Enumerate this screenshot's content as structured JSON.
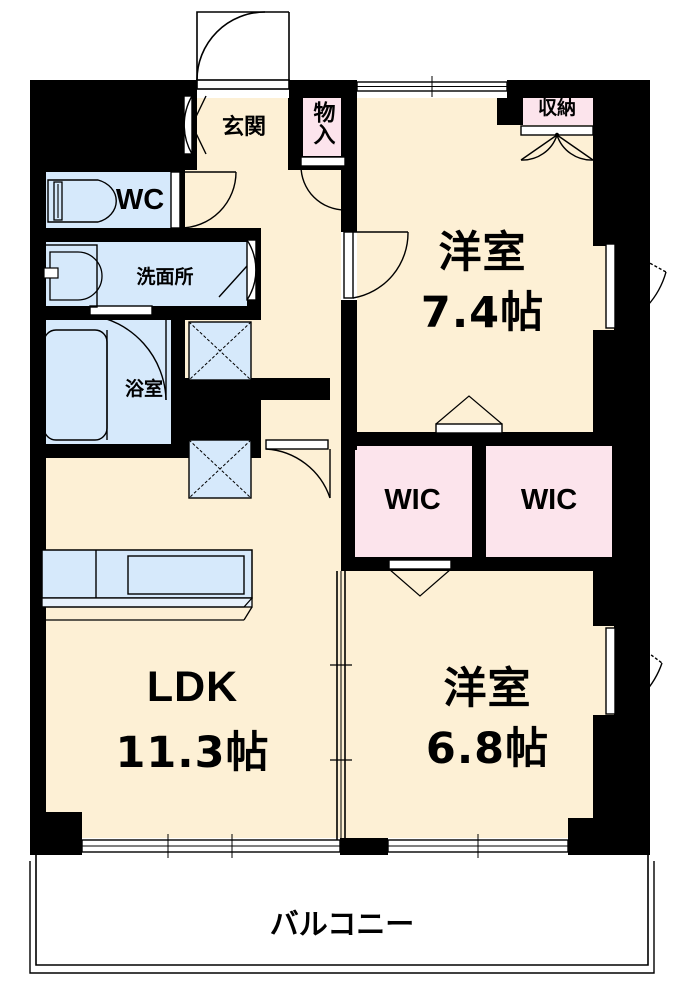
{
  "document": {
    "type": "floor-plan",
    "layout_name": "2LDK",
    "language": "ja"
  },
  "rooms": [
    {
      "id": "genkan",
      "name": "玄関",
      "label": "玄関",
      "fill": "#fdf0d5"
    },
    {
      "id": "wc",
      "name": "toilet",
      "label": "WC",
      "fill": "#d6e9fb"
    },
    {
      "id": "senmenjo",
      "name": "washroom",
      "label": "洗面所",
      "fill": "#d6e9fb"
    },
    {
      "id": "yokushitsu",
      "name": "bathroom",
      "label": "浴室",
      "fill": "#d6e9fb"
    },
    {
      "id": "monoire",
      "name": "closet",
      "label": "物入",
      "fill": "#fce4ec"
    },
    {
      "id": "shuno",
      "name": "storage",
      "label": "収納",
      "fill": "#fce4ec"
    },
    {
      "id": "wic1",
      "name": "walk-in-closet-left",
      "label": "WIC",
      "fill": "#fce4ec"
    },
    {
      "id": "wic2",
      "name": "walk-in-closet-right",
      "label": "WIC",
      "fill": "#fce4ec"
    },
    {
      "id": "washitsu1",
      "name": "western-room-north",
      "label": "洋室",
      "size": "7.4帖",
      "fill": "#fdf0d5"
    },
    {
      "id": "washitsu2",
      "name": "western-room-south",
      "label": "洋室",
      "size": "6.8帖",
      "fill": "#fdf0d5"
    },
    {
      "id": "ldk",
      "name": "living-dining-kitchen",
      "label": "LDK",
      "size": "11.3帖",
      "fill": "#fdf0d5"
    },
    {
      "id": "balcony",
      "name": "balcony",
      "label": "バルコニー",
      "fill": "#ffffff"
    }
  ],
  "labels": {
    "genkan": "玄関",
    "wc": "WC",
    "senmenjo": "洗面所",
    "yokushitsu": "浴室",
    "monoire": "物入",
    "shuno": "収納",
    "wic_left": "WIC",
    "wic_right": "WIC",
    "bedroom_north_name": "洋室",
    "bedroom_north_size": "7.4帖",
    "bedroom_south_name": "洋室",
    "bedroom_south_size": "6.8帖",
    "ldk_name": "LDK",
    "ldk_size": "11.3帖",
    "balcony": "バルコニー"
  },
  "fixtures": [
    {
      "id": "toilet-bowl",
      "name": "toilet-fixture",
      "room": "wc"
    },
    {
      "id": "vanity-sink",
      "name": "vanity-sink-fixture",
      "room": "senmenjo"
    },
    {
      "id": "bathtub",
      "name": "bathtub-fixture",
      "room": "yokushitsu"
    },
    {
      "id": "kitchen-counter",
      "name": "kitchen-counter-fixture",
      "room": "ldk"
    },
    {
      "id": "stove",
      "name": "stove-fixture",
      "room": "ldk"
    },
    {
      "id": "sink",
      "name": "kitchen-sink-fixture",
      "room": "ldk"
    }
  ],
  "openings": [
    {
      "id": "entrance-door",
      "name": "entrance-door",
      "type": "hinged",
      "swing": "out-up"
    },
    {
      "id": "genkan-shoe-closet-door",
      "name": "shoe-closet-door",
      "type": "hinged"
    },
    {
      "id": "wc-door",
      "name": "wc-door",
      "type": "hinged"
    },
    {
      "id": "senmenjo-door",
      "name": "washroom-door",
      "type": "hinged"
    },
    {
      "id": "bath-door",
      "name": "bathroom-door",
      "type": "hinged"
    },
    {
      "id": "monoire-door",
      "name": "closet-door",
      "type": "hinged"
    },
    {
      "id": "bedroom-north-door",
      "name": "bedroom-north-door",
      "type": "hinged"
    },
    {
      "id": "ldk-door",
      "name": "ldk-door",
      "type": "hinged"
    },
    {
      "id": "shuno-doors",
      "name": "storage-double-door",
      "type": "double-hinged"
    },
    {
      "id": "wic-left-door",
      "name": "wic-left-folding-door",
      "type": "folding"
    },
    {
      "id": "wic-right-door",
      "name": "wic-right-folding-door",
      "type": "folding"
    },
    {
      "id": "north-window",
      "name": "bedroom-north-window",
      "type": "window"
    },
    {
      "id": "east-door-upper",
      "name": "east-service-door-upper",
      "type": "hinged-out"
    },
    {
      "id": "east-door-lower",
      "name": "east-service-door-lower",
      "type": "hinged-out"
    },
    {
      "id": "ldk-balcony-window",
      "name": "ldk-balcony-sliding-window",
      "type": "sliding"
    },
    {
      "id": "bedroom-south-balcony-window",
      "name": "bedroom-south-balcony-sliding-window",
      "type": "sliding"
    },
    {
      "id": "ldk-bedroom-partition",
      "name": "ldk-bedroom-sliding-partition",
      "type": "sliding-partition"
    }
  ],
  "colors": {
    "wall": "#000000",
    "floor_cream": "#fdf0d5",
    "floor_pink": "#fce4ec",
    "floor_blue": "#d6e9fb",
    "balcony": "#ffffff",
    "line": "#000000"
  }
}
